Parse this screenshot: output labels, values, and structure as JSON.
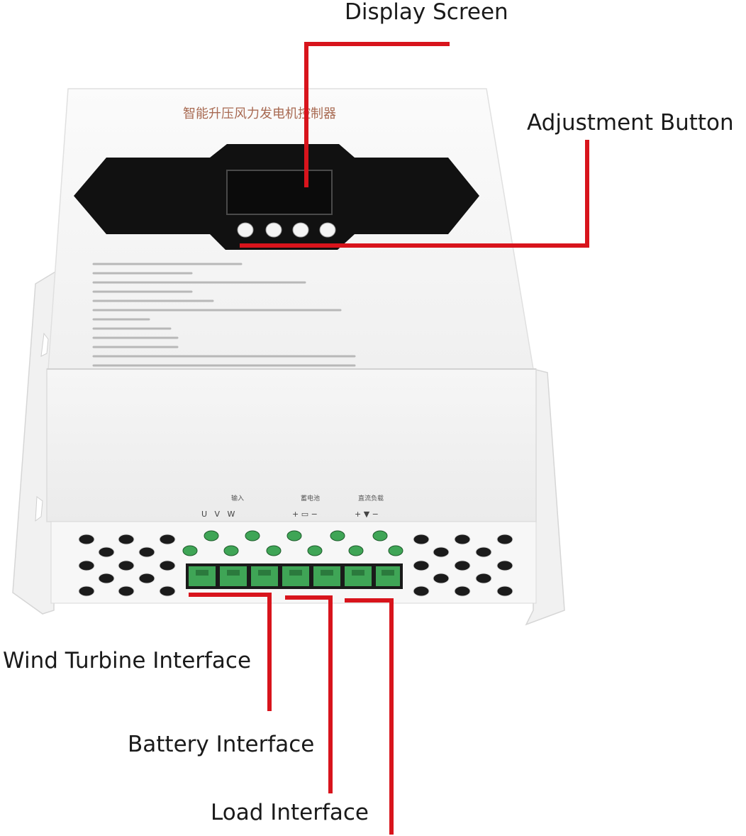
{
  "labels": {
    "display_screen": "Display Screen",
    "adjustment_button": "Adjustment Button",
    "wind_turbine_interface": "Wind Turbine Interface",
    "battery_interface": "Battery Interface",
    "load_interface": "Load Interface"
  },
  "device": {
    "panel_title": "智能升压风力发电机控制器",
    "terminal_group_input": "输入",
    "terminal_group_battery": "蓄电池",
    "terminal_group_load": "直流负载",
    "terminal_marks_input": "U   V   W",
    "terminal_marks_battery": "+ ▭ −",
    "terminal_marks_load": "+ ▼ −",
    "button_count": 4,
    "terminal_count": 7
  },
  "colors": {
    "callout_line": "#d8141c",
    "panel_black": "#111111",
    "terminal_green": "#3fa556",
    "title_text": "#a86a52",
    "housing": "#f4f4f4"
  }
}
